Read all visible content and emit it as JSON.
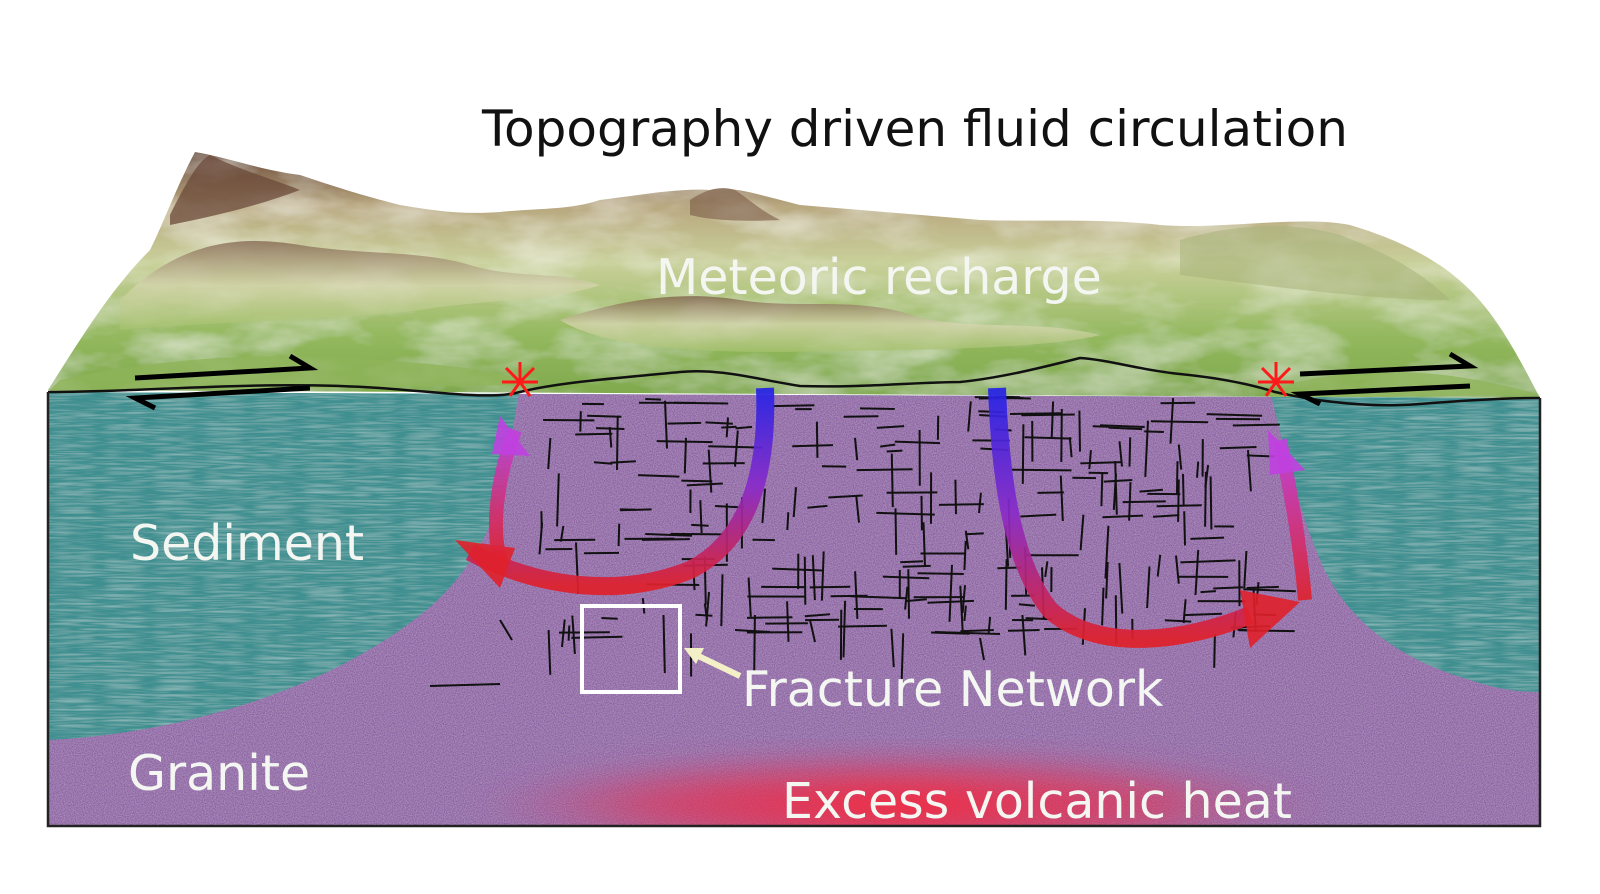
{
  "title": "Topography driven fluid circulation",
  "labels": {
    "recharge": "Meteoric recharge",
    "sediment": "Sediment",
    "granite": "Granite",
    "fracture": "Fracture Network",
    "heat": "Excess volcanic heat"
  },
  "colors": {
    "sediment": "#3f8f90",
    "granite": "#8a5fa0",
    "cold_flow": "#2020e0",
    "hot_flow": "#e02020",
    "vent": "#ff1a1a",
    "terrain_low": "#8fb45a",
    "terrain_high": "#6b4a3a"
  },
  "icons": {
    "fault_left": "strike-slip-arrows-icon",
    "fault_right": "strike-slip-arrows-icon",
    "vent_left": "hot-spring-icon",
    "vent_right": "hot-spring-icon"
  }
}
